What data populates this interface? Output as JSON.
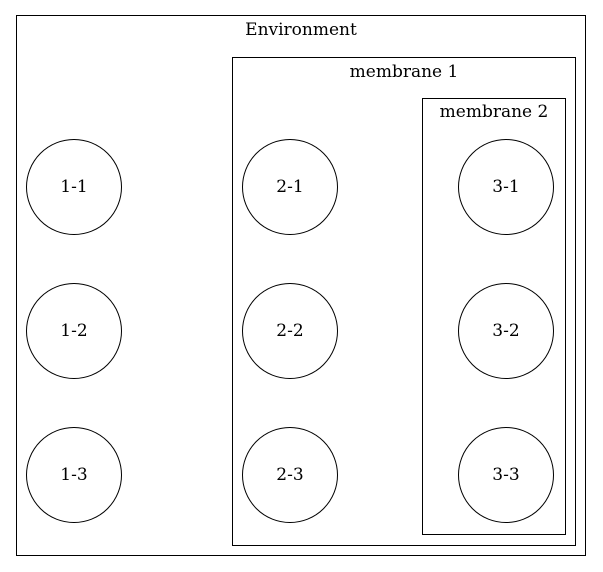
{
  "clusters": {
    "environment": {
      "label": "Environment"
    },
    "membrane1": {
      "label": "membrane 1"
    },
    "membrane2": {
      "label": "membrane 2"
    }
  },
  "nodes": {
    "n1_1": "1-1",
    "n1_2": "1-2",
    "n1_3": "1-3",
    "n2_1": "2-1",
    "n2_2": "2-2",
    "n2_3": "2-3",
    "n3_1": "3-1",
    "n3_2": "3-2",
    "n3_3": "3-3"
  }
}
